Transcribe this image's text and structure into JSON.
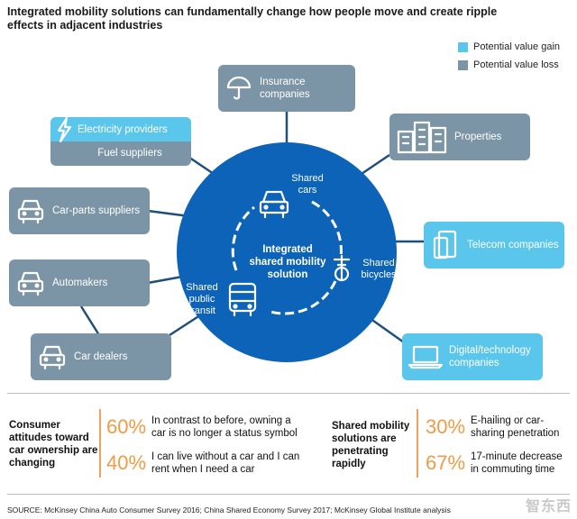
{
  "title": "Integrated mobility solutions can fundamentally change how people move and create ripple effects in adjacent industries",
  "legend": {
    "gain_label": "Potential value gain",
    "loss_label": "Potential value loss"
  },
  "colors": {
    "gain": "#5bc6ec",
    "loss": "#7b95a6",
    "circle": "#0d63b8",
    "connector": "#1f4f7a",
    "percent": "#f29a45"
  },
  "center": {
    "label": "Integrated shared mobility solution",
    "shared_cars": "Shared cars",
    "shared_bicycles": "Shared bicycles",
    "shared_public_transit": "Shared public transit"
  },
  "industries": {
    "insurance": {
      "label": "Insurance companies",
      "icon": "umbrella-icon",
      "type": "loss"
    },
    "electricity": {
      "label": "Electricity providers",
      "icon": "lightning-icon",
      "type": "gain"
    },
    "fuel": {
      "label": "Fuel suppliers",
      "type": "loss"
    },
    "properties": {
      "label": "Properties",
      "icon": "buildings-icon",
      "type": "loss"
    },
    "car_parts": {
      "label": "Car-parts suppliers",
      "icon": "car-icon",
      "type": "loss"
    },
    "telecom": {
      "label": "Telecom companies",
      "icon": "phone-icon",
      "type": "gain"
    },
    "automakers": {
      "label": "Automakers",
      "icon": "car-icon",
      "type": "loss"
    },
    "car_dealers": {
      "label": "Car dealers",
      "icon": "car-icon",
      "type": "loss"
    },
    "digital": {
      "label": "Digital/technology companies",
      "icon": "laptop-icon",
      "type": "gain"
    }
  },
  "consumer": {
    "heading": "Consumer attitudes toward car ownership are changing",
    "stats": [
      {
        "percent": "60%",
        "text": "In contrast to before, owning a car is no longer a status symbol"
      },
      {
        "percent": "40%",
        "text": "I can live without a car and I can rent when I need a car"
      }
    ]
  },
  "shared": {
    "heading": "Shared mobility solutions are penetrating rapidly",
    "stats": [
      {
        "percent": "30%",
        "text": "E-hailing or car-sharing penetration"
      },
      {
        "percent": "67%",
        "text": "17-minute decrease in commuting time"
      }
    ]
  },
  "source": "SOURCE: McKinsey China Auto Consumer Survey 2016; China Shared Economy Survey 2017; McKinsey Global Institute analysis",
  "watermark": "智东西"
}
